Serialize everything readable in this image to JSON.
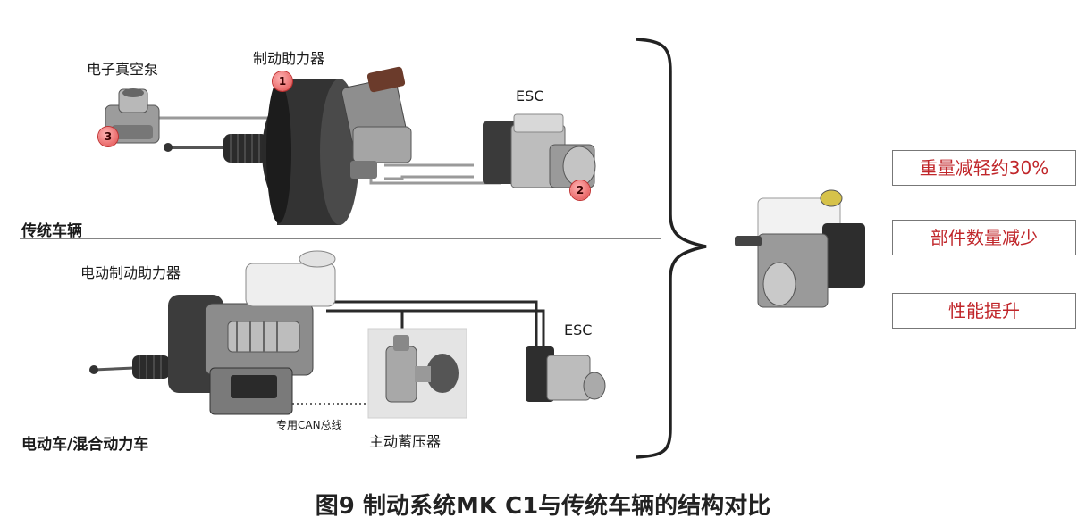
{
  "top": {
    "vacuum_pump_label": "电子真空泵",
    "booster_label": "制动助力器",
    "esc_label": "ESC",
    "section_label": "传统车辆",
    "badge_1": "1",
    "badge_2": "2",
    "badge_3": "3"
  },
  "bottom": {
    "ebooster_label": "电动制动助力器",
    "esc_label": "ESC",
    "can_label": "专用CAN总线",
    "accumulator_label": "主动蓄压器",
    "section_label": "电动车/混合动力车"
  },
  "benefits": [
    "重量减轻约30%",
    "部件数量减少",
    "性能提升"
  ],
  "caption": "图9 制动系统MK C1与传统车辆的结构对比",
  "colors": {
    "benefit_text": "#c0262a",
    "badge": "#e04a4a"
  }
}
